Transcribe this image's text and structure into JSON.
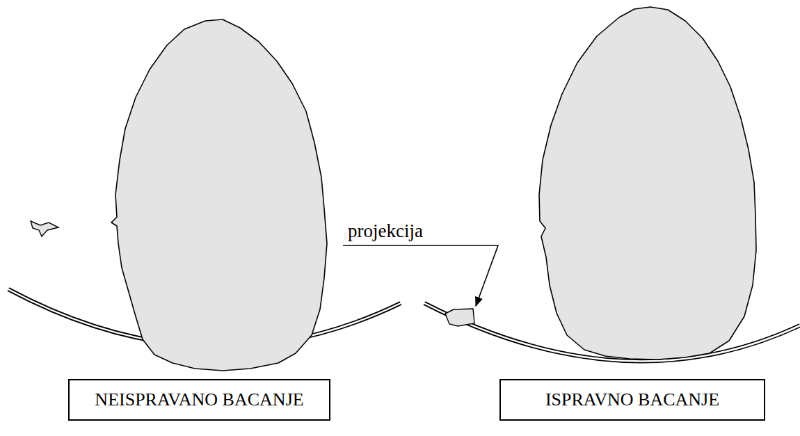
{
  "diagram": {
    "nodes": [
      {
        "text": [
          "NEISPRAVANO BACANJE"
        ]
      },
      {
        "text": [
          "ISPRAVNO BACANJE"
        ]
      }
    ],
    "labels": [
      "projekcija"
    ]
  }
}
